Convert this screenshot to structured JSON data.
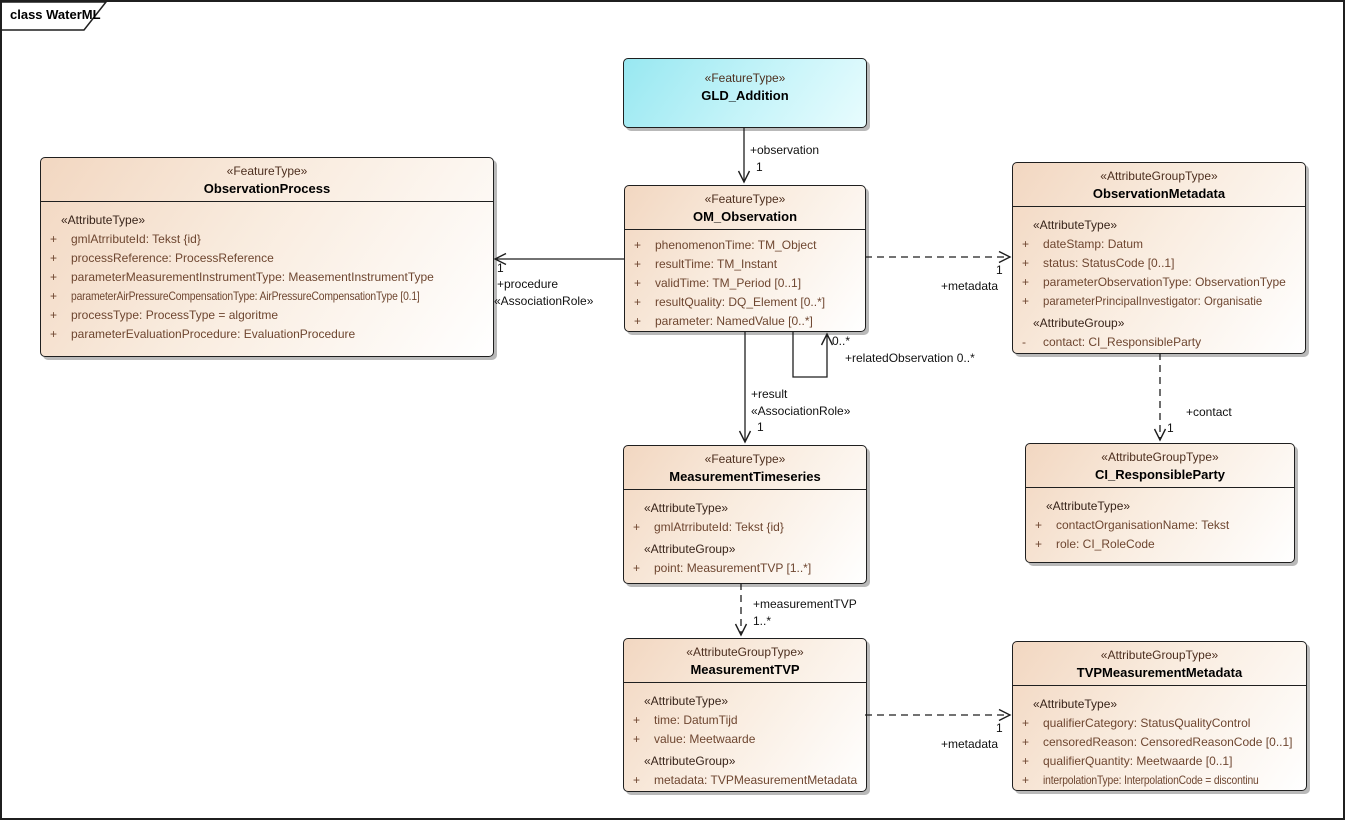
{
  "diagram": {
    "tab": "class WaterML"
  },
  "colors": {
    "box_fill_top": "#f2d7c1",
    "box_fill_bottom": "#ffffff",
    "highlight_fill_top": "#98e8f1",
    "border": "#1f1f1f",
    "shadow": "#b9b9b9",
    "attribute_text": "#6e4630",
    "stereotype_text": "#4d2f1f"
  },
  "classes": [
    {
      "stereotype": "«FeatureType»",
      "name": "GLD_Addition",
      "sections": []
    },
    {
      "stereotype": "«FeatureType»",
      "name": "OM_Observation",
      "sections": [
        {
          "header": "",
          "items": [
            {
              "vis": "+",
              "text": "phenomenonTime: TM_Object"
            },
            {
              "vis": "+",
              "text": "resultTime: TM_Instant"
            },
            {
              "vis": "+",
              "text": "validTime: TM_Period [0..1]"
            },
            {
              "vis": "+",
              "text": "resultQuality: DQ_Element [0..*]"
            },
            {
              "vis": "+",
              "text": "parameter: NamedValue [0..*]"
            }
          ]
        }
      ]
    },
    {
      "stereotype": "«FeatureType»",
      "name": "ObservationProcess",
      "sections": [
        {
          "header": "«AttributeType»",
          "items": [
            {
              "vis": "+",
              "text": "gmlAtrributeId: Tekst {id}"
            },
            {
              "vis": "+",
              "text": "processReference: ProcessReference"
            },
            {
              "vis": "+",
              "text": "parameterMeasurementInstrumentType: MeasementInstrumentType"
            },
            {
              "vis": "+",
              "text": "parameterAirPressureCompensationType: AirPressureCompensationType [0.1]"
            },
            {
              "vis": "+",
              "text": "processType: ProcessType = algoritme"
            },
            {
              "vis": "+",
              "text": "parameterEvaluationProcedure: EvaluationProcedure"
            }
          ]
        }
      ]
    },
    {
      "stereotype": "«AttributeGroupType»",
      "name": "ObservationMetadata",
      "sections": [
        {
          "header": "«AttributeType»",
          "items": [
            {
              "vis": "+",
              "text": "dateStamp: Datum"
            },
            {
              "vis": "+",
              "text": "status: StatusCode [0..1]"
            },
            {
              "vis": "+",
              "text": "parameterObservationType: ObservationType"
            },
            {
              "vis": "+",
              "text": "parameterPrincipalInvestigator: Organisatie"
            }
          ]
        },
        {
          "header": "«AttributeGroup»",
          "items": [
            {
              "vis": "-",
              "text": "contact: CI_ResponsibleParty"
            }
          ]
        }
      ]
    },
    {
      "stereotype": "«FeatureType»",
      "name": "MeasurementTimeseries",
      "sections": [
        {
          "header": "«AttributeType»",
          "items": [
            {
              "vis": "+",
              "text": "gmlAtrributeId: Tekst {id}"
            }
          ]
        },
        {
          "header": "«AttributeGroup»",
          "items": [
            {
              "vis": "+",
              "text": "point: MeasurementTVP [1..*]"
            }
          ]
        }
      ]
    },
    {
      "stereotype": "«AttributeGroupType»",
      "name": "CI_ResponsibleParty",
      "sections": [
        {
          "header": "«AttributeType»",
          "items": [
            {
              "vis": "+",
              "text": "contactOrganisationName: Tekst"
            },
            {
              "vis": "+",
              "text": "role: CI_RoleCode"
            }
          ]
        }
      ]
    },
    {
      "stereotype": "«AttributeGroupType»",
      "name": "MeasurementTVP",
      "sections": [
        {
          "header": "«AttributeType»",
          "items": [
            {
              "vis": "+",
              "text": "time: DatumTijd"
            },
            {
              "vis": "+",
              "text": "value: Meetwaarde"
            }
          ]
        },
        {
          "header": "«AttributeGroup»",
          "items": [
            {
              "vis": "+",
              "text": "metadata: TVPMeasurementMetadata"
            }
          ]
        }
      ]
    },
    {
      "stereotype": "«AttributeGroupType»",
      "name": "TVPMeasurementMetadata",
      "sections": [
        {
          "header": "«AttributeType»",
          "items": [
            {
              "vis": "+",
              "text": "qualifierCategory: StatusQualityControl"
            },
            {
              "vis": "+",
              "text": "censoredReason: CensoredReasonCode [0..1]"
            },
            {
              "vis": "+",
              "text": "qualifierQuantity: Meetwaarde [0..1]"
            },
            {
              "vis": "+",
              "text": "interpolationType: InterpolationCode = discontinu"
            }
          ]
        }
      ]
    }
  ],
  "connectors": {
    "observation": {
      "role": "+observation",
      "mult": "1"
    },
    "procedure": {
      "mult": "1",
      "role": "+procedure",
      "stereotype": "«AssociationRole»"
    },
    "metadata_top": {
      "mult": "1",
      "role": "+metadata"
    },
    "related_observation": {
      "mult": "0..*",
      "role": "+relatedObservation 0..*"
    },
    "result": {
      "role": "+result",
      "stereotype": "«AssociationRole»",
      "mult": "1"
    },
    "contact": {
      "role": "+contact",
      "mult": "1"
    },
    "measurement_tvp": {
      "role": "+measurementTVP",
      "mult": "1..*"
    },
    "metadata_bottom": {
      "mult": "1",
      "role": "+metadata"
    }
  }
}
